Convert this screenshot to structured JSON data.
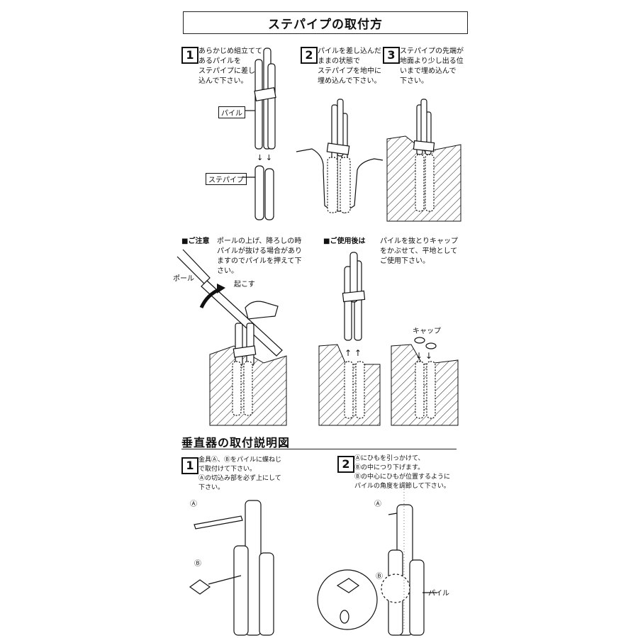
{
  "title": "ステパイプの取付方",
  "steps": [
    {
      "num": "1",
      "text": "あらかじめ組立てて\nあるパイルを\nステパイプに差し\n込んで下さい。"
    },
    {
      "num": "2",
      "text": "パイルを差し込んだ\nままの状態で\nステパイプを地中に\n埋め込んで下さい。"
    },
    {
      "num": "3",
      "text": "ステパイプの先端が\n地面より少し出る位\nいまで埋め込んで\n下さい。"
    }
  ],
  "labels": {
    "pile": "パイル",
    "stepipe": "ステパイプ",
    "pole": "ポール",
    "raise": "起こす",
    "cap": "キャップ",
    "pile2": "パイル",
    "mark_a": "Ⓐ",
    "mark_b": "Ⓑ"
  },
  "notes": [
    {
      "heading": "■ご注意",
      "text": "ポールの上げ、降ろしの時\nパイルが抜ける場合があり\nますのでパイルを押えて下\nさい。"
    },
    {
      "heading": "■ご使用後は",
      "text": "パイルを抜とりキャップ\nをかぶせて、平地として\nご使用下さい。"
    }
  ],
  "section2": {
    "title": "垂直器の取付説明図",
    "steps": [
      {
        "num": "1",
        "text": "金具Ⓐ、Ⓑをパイルに蝶ねじ\nで取付けて下さい。\nⒶの切込み部を必ず上にして\n下さい。"
      },
      {
        "num": "2",
        "text": "Ⓐにひもを引っかけて、\nⒷの中につり下げます。\nⒷの中心にひもが位置するように\nパイルの角度を調節して下さい。"
      }
    ]
  }
}
